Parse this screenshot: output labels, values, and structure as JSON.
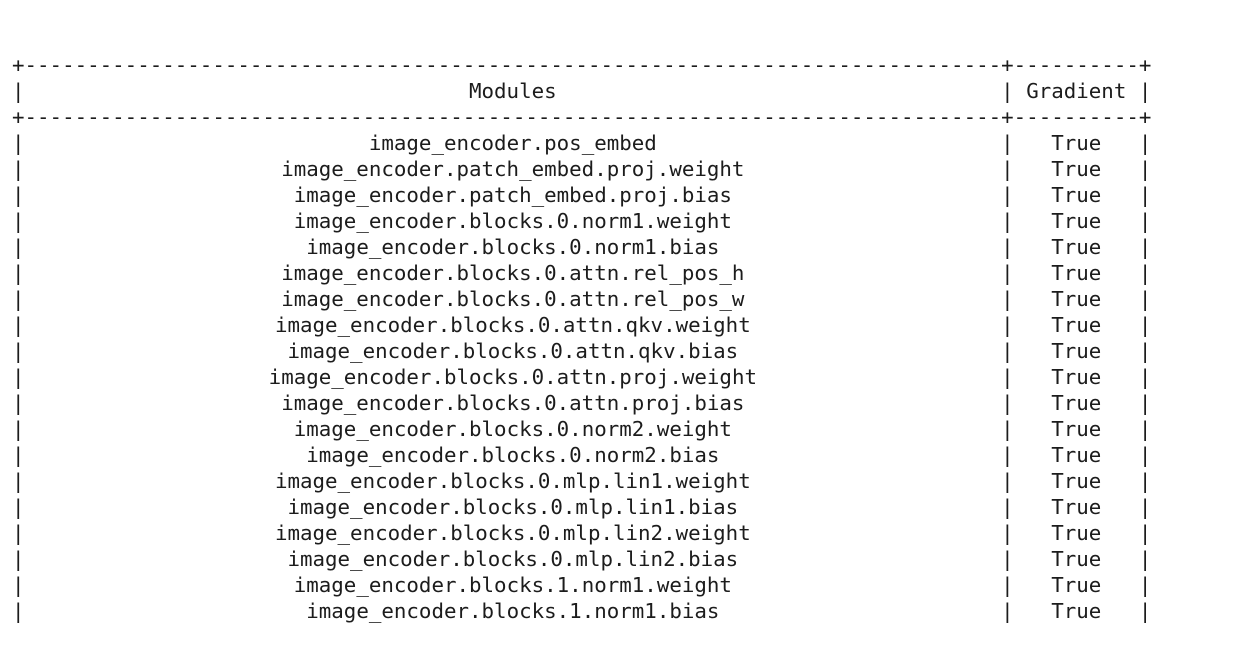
{
  "colors": {
    "text": "#1c1c1c",
    "background": "#ffffff"
  },
  "table": {
    "border_glyphs": {
      "corner": "+",
      "horizontal": "-",
      "vertical": "|"
    },
    "columns": [
      {
        "label": "Modules",
        "width": 78
      },
      {
        "label": "Gradient",
        "width": 10
      }
    ],
    "rows": [
      {
        "module": "image_encoder.pos_embed",
        "gradient": "True"
      },
      {
        "module": "image_encoder.patch_embed.proj.weight",
        "gradient": "True"
      },
      {
        "module": "image_encoder.patch_embed.proj.bias",
        "gradient": "True"
      },
      {
        "module": "image_encoder.blocks.0.norm1.weight",
        "gradient": "True"
      },
      {
        "module": "image_encoder.blocks.0.norm1.bias",
        "gradient": "True"
      },
      {
        "module": "image_encoder.blocks.0.attn.rel_pos_h",
        "gradient": "True"
      },
      {
        "module": "image_encoder.blocks.0.attn.rel_pos_w",
        "gradient": "True"
      },
      {
        "module": "image_encoder.blocks.0.attn.qkv.weight",
        "gradient": "True"
      },
      {
        "module": "image_encoder.blocks.0.attn.qkv.bias",
        "gradient": "True"
      },
      {
        "module": "image_encoder.blocks.0.attn.proj.weight",
        "gradient": "True"
      },
      {
        "module": "image_encoder.blocks.0.attn.proj.bias",
        "gradient": "True"
      },
      {
        "module": "image_encoder.blocks.0.norm2.weight",
        "gradient": "True"
      },
      {
        "module": "image_encoder.blocks.0.norm2.bias",
        "gradient": "True"
      },
      {
        "module": "image_encoder.blocks.0.mlp.lin1.weight",
        "gradient": "True"
      },
      {
        "module": "image_encoder.blocks.0.mlp.lin1.bias",
        "gradient": "True"
      },
      {
        "module": "image_encoder.blocks.0.mlp.lin2.weight",
        "gradient": "True"
      },
      {
        "module": "image_encoder.blocks.0.mlp.lin2.bias",
        "gradient": "True"
      },
      {
        "module": "image_encoder.blocks.1.norm1.weight",
        "gradient": "True"
      },
      {
        "module": "image_encoder.blocks.1.norm1.bias",
        "gradient": "True"
      }
    ]
  }
}
